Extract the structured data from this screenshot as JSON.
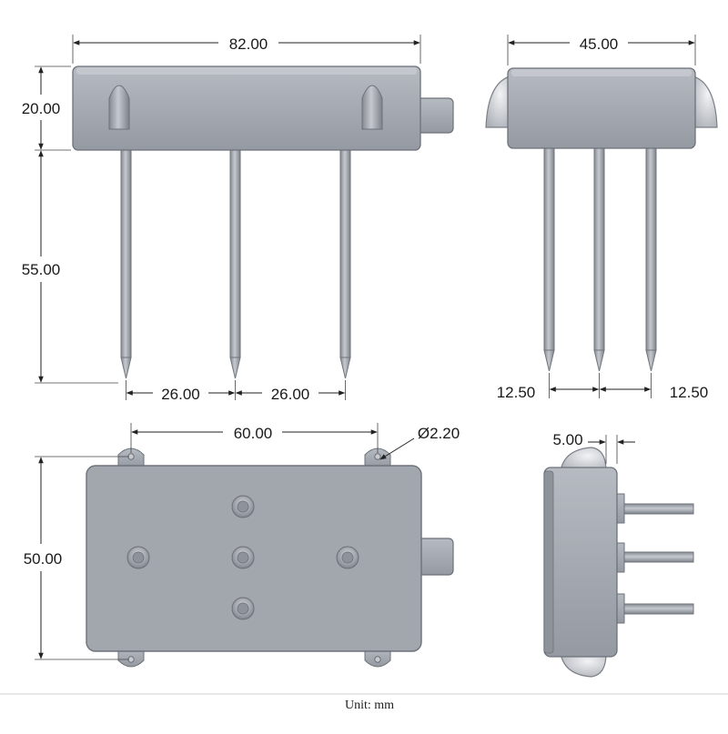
{
  "dimensions": {
    "front_width": "82.00",
    "front_height": "20.00",
    "probe_length": "55.00",
    "probe_spacing_left": "26.00",
    "probe_spacing_right": "26.00",
    "side_width": "45.00",
    "side_spacing_left": "12.50",
    "side_spacing_right": "12.50",
    "hole_spacing": "60.00",
    "hole_diameter": "Ø2.20",
    "body_height": "50.00",
    "dome_offset": "5.00"
  },
  "caption": "Unit: mm",
  "colors": {
    "body": "#9ea3ab",
    "outline": "#6d727a",
    "highlight": "#c9ccd2",
    "dimension_line": "#222222"
  }
}
